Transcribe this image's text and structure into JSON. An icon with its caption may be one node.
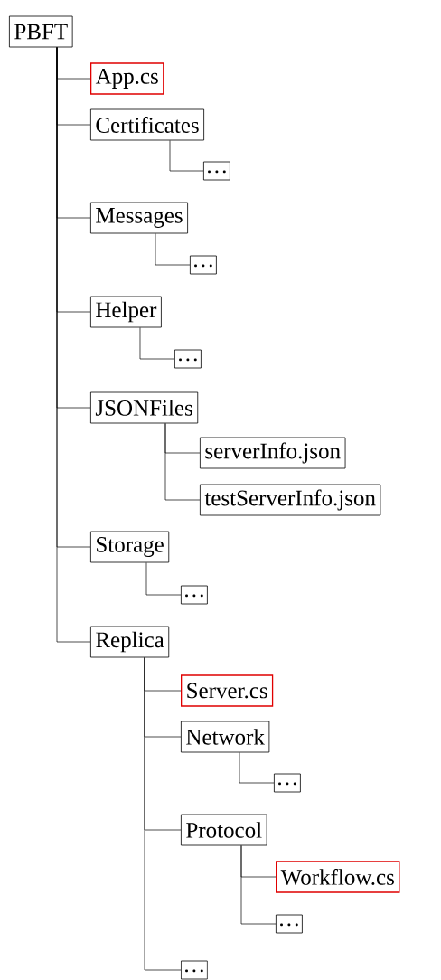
{
  "diagram": {
    "nodes": [
      {
        "text": [
          "PBFT"
        ]
      },
      {
        "text": [
          "App.cs"
        ]
      },
      {
        "text": [
          "Certificates"
        ]
      },
      {
        "text": [
          "…"
        ]
      },
      {
        "text": [
          "Messages"
        ]
      },
      {
        "text": [
          "…"
        ]
      },
      {
        "text": [
          "Helper"
        ]
      },
      {
        "text": [
          "…"
        ]
      },
      {
        "text": [
          "JSONFiles"
        ]
      },
      {
        "text": [
          "serverInfo.json"
        ]
      },
      {
        "text": [
          "testServerInfo.json"
        ]
      },
      {
        "text": [
          "Storage"
        ]
      },
      {
        "text": [
          "…"
        ]
      },
      {
        "text": [
          "Replica"
        ]
      },
      {
        "text": [
          "Server.cs"
        ]
      },
      {
        "text": [
          "Network"
        ]
      },
      {
        "text": [
          "…"
        ]
      },
      {
        "text": [
          "Protocol"
        ]
      },
      {
        "text": [
          "Workflow.cs"
        ]
      },
      {
        "text": [
          "…"
        ]
      },
      {
        "text": [
          "…"
        ]
      }
    ],
    "edges": [
      {
        "from": 0,
        "to": 1,
        "arrow": "none"
      },
      {
        "from": 0,
        "to": 2,
        "arrow": "none"
      },
      {
        "from": 2,
        "to": 3,
        "arrow": "none"
      },
      {
        "from": 0,
        "to": 4,
        "arrow": "none"
      },
      {
        "from": 4,
        "to": 5,
        "arrow": "none"
      },
      {
        "from": 0,
        "to": 6,
        "arrow": "none"
      },
      {
        "from": 6,
        "to": 7,
        "arrow": "none"
      },
      {
        "from": 0,
        "to": 8,
        "arrow": "none"
      },
      {
        "from": 8,
        "to": 9,
        "arrow": "none"
      },
      {
        "from": 8,
        "to": 10,
        "arrow": "none"
      },
      {
        "from": 0,
        "to": 11,
        "arrow": "none"
      },
      {
        "from": 11,
        "to": 12,
        "arrow": "none"
      },
      {
        "from": 0,
        "to": 13,
        "arrow": "none"
      },
      {
        "from": 13,
        "to": 14,
        "arrow": "none"
      },
      {
        "from": 13,
        "to": 15,
        "arrow": "none"
      },
      {
        "from": 15,
        "to": 16,
        "arrow": "none"
      },
      {
        "from": 13,
        "to": 17,
        "arrow": "none"
      },
      {
        "from": 17,
        "to": 18,
        "arrow": "none"
      },
      {
        "from": 17,
        "to": 19,
        "arrow": "none"
      },
      {
        "from": 13,
        "to": 20,
        "arrow": "none"
      }
    ]
  }
}
